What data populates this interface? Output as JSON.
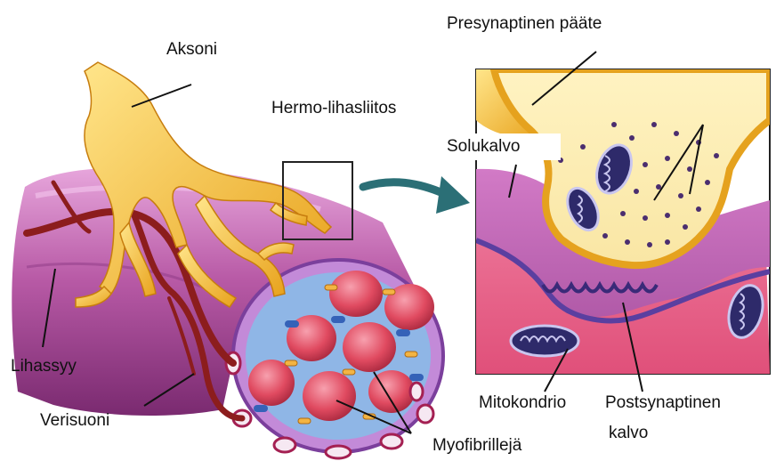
{
  "labels": {
    "aksoni": "Aksoni",
    "presynaptinen_paate": "Presynaptinen pääte",
    "hermo_lihasliitos": "Hermo-lihasliitos",
    "solukalvo": "Solukalvo",
    "lihassyy": "Lihassyy",
    "verisuoni": "Verisuoni",
    "mitokondrio": "Mitokondrio",
    "postsynaptinen_kalvo_line1": "Postsynaptinen",
    "postsynaptinen_kalvo_line2": "kalvo",
    "myofibrilleja": "Myofibrillejä"
  },
  "colors": {
    "muscle": "#b04a9c",
    "muscle_light": "#d98ccf",
    "axon": "#f2b830",
    "axon_light": "#ffe27a",
    "vessel": "#8c1d1d",
    "myofibril": "#e04a60",
    "membrane": "#5a3fa0",
    "vesicle": "#3a2560",
    "arrow": "#2b6f76",
    "cytoplasm": "#e5607c"
  }
}
